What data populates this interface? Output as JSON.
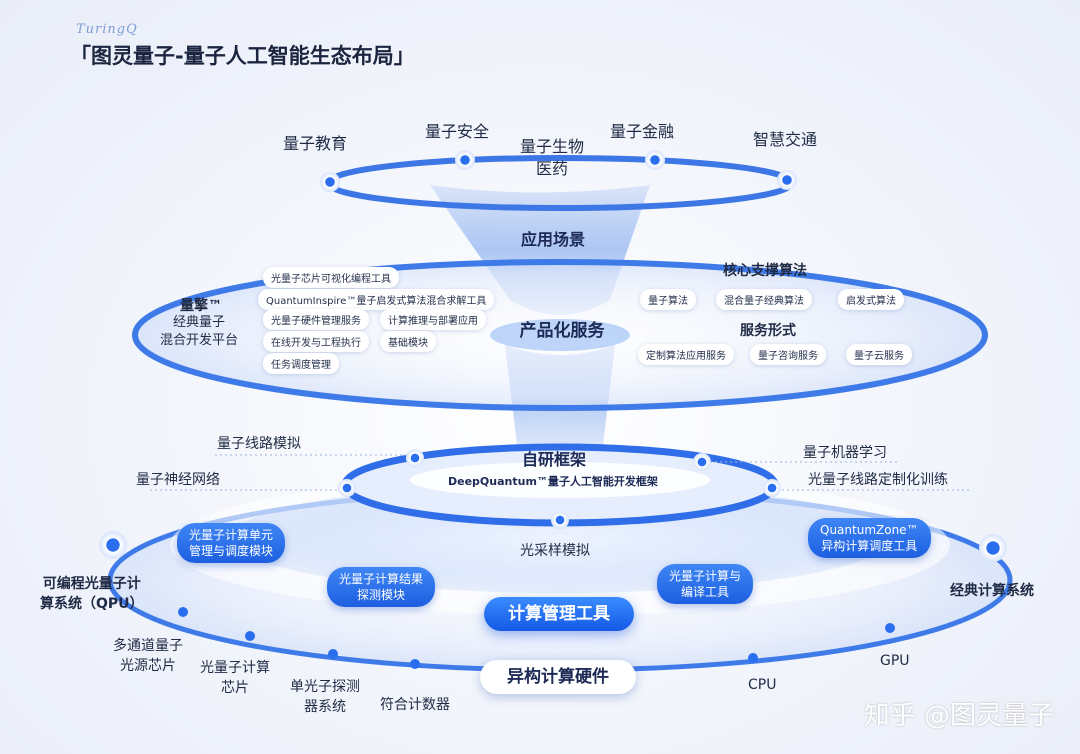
{
  "brand": "TuringQ",
  "title": "「图灵量子-量子人工智能生态布局」",
  "top_apps": [
    "量子教育",
    "量子安全",
    "量子生物\n医药",
    "量子金融",
    "智慧交通"
  ],
  "layers": {
    "app": "应用场景",
    "product": "产品化服务",
    "framework": "自研框架",
    "framework_sub": "DeepQuantum™量子人工智能开发框架",
    "mgmt": "计算管理工具",
    "hardware": "异构计算硬件"
  },
  "product": {
    "platform_title": "量擎™",
    "platform_sub": "经典量子\n混合开发平台",
    "tools": [
      "光量子芯片可视化编程工具",
      "QuantumInspire™量子启发式算法混合求解工具",
      "光量子硬件管理服务",
      "计算推理与部署应用",
      "在线开发与工程执行",
      "基础模块",
      "任务调度管理"
    ],
    "algo_title": "核心支撑算法",
    "algos": [
      "量子算法",
      "混合量子经典算法",
      "启发式算法"
    ],
    "service_title": "服务形式",
    "services": [
      "定制算法应用服务",
      "量子咨询服务",
      "量子云服务"
    ]
  },
  "framework": {
    "left": [
      "量子线路模拟",
      "量子神经网络"
    ],
    "right": [
      "量子机器学习",
      "光量子线路定制化训练"
    ],
    "center": "光采样模拟"
  },
  "mgmt": {
    "pills": [
      "光量子计算单元\n管理与调度模块",
      "光量子计算结果\n探测模块",
      "光量子计算与\n编译工具",
      "QuantumZone™\n异构计算调度工具"
    ],
    "left_system": "可编程光量子计\n算系统（QPU）",
    "right_system": "经典计算系统"
  },
  "hardware": {
    "left": [
      "多通道量子\n光源芯片",
      "光量子计算\n芯片",
      "单光子探测\n器系统",
      "符合计数器"
    ],
    "right": [
      "CPU",
      "GPU"
    ]
  },
  "watermark": "知乎 @图灵量子",
  "colors": {
    "accent": "#1d5fe0",
    "ring": "#3f7be8",
    "text": "#1f2a44"
  }
}
